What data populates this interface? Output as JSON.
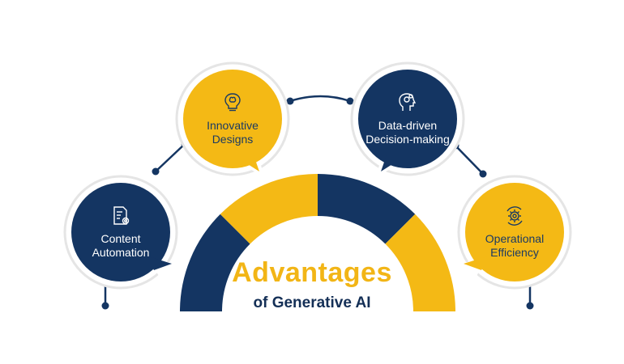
{
  "title": {
    "main": "Advantages",
    "sub": "of Generative AI"
  },
  "colors": {
    "navy": "#143562",
    "gold": "#f4b915",
    "label_dark": "#1b3a63",
    "label_light": "#ffffff"
  },
  "nodes": [
    {
      "id": "content-automation",
      "label": "Content\nAutomation",
      "icon": "document-gear-icon",
      "color": "navy"
    },
    {
      "id": "innovative-designs",
      "label": "Innovative\nDesigns",
      "icon": "lightbulb-brain-icon",
      "color": "gold"
    },
    {
      "id": "data-driven",
      "label": "Data-driven\nDecision-making",
      "icon": "head-gears-icon",
      "color": "navy"
    },
    {
      "id": "operational-efficiency",
      "label": "Operational\nEfficiency",
      "icon": "gear-cycle-icon",
      "color": "gold"
    }
  ],
  "arc_segments": [
    "navy",
    "gold",
    "navy",
    "gold"
  ]
}
